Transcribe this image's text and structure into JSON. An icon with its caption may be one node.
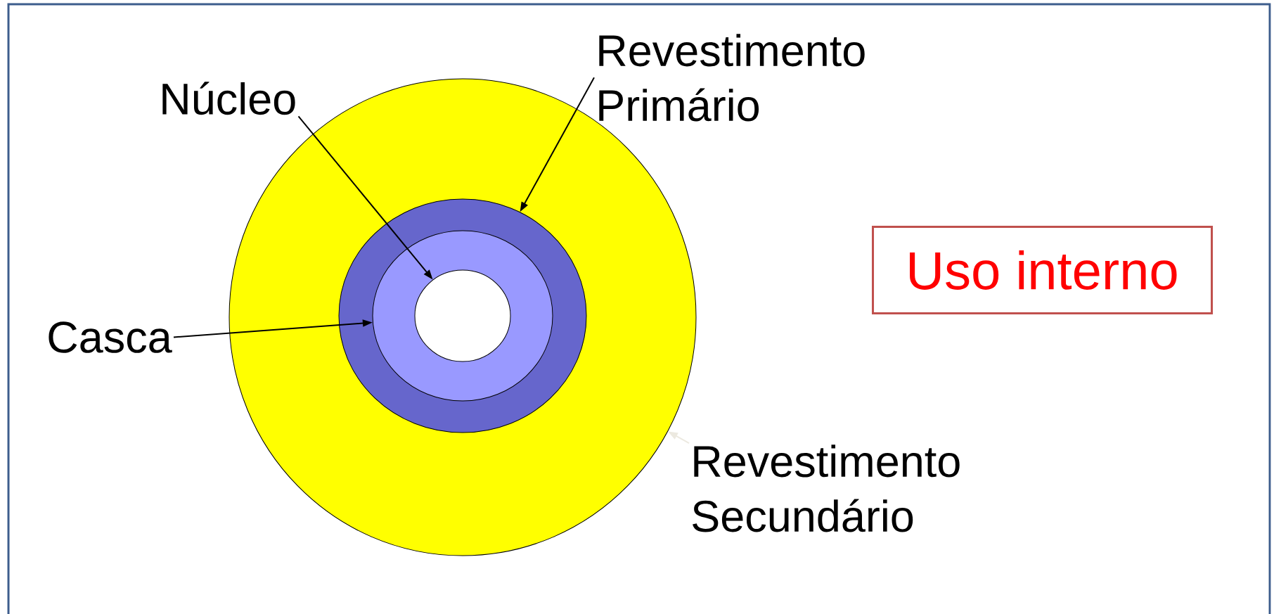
{
  "diagram": {
    "nodes": [
      {
        "text": [
          "Revestimento Primário"
        ]
      },
      {
        "text": [
          "Núcleo"
        ]
      },
      {
        "text": [],
        "shape": "circle"
      },
      {
        "text": [],
        "shape": "circle",
        "in": 2
      },
      {
        "text": [],
        "shape": "circle",
        "in": 3
      },
      {
        "text": [],
        "shape": "circle",
        "in": 4
      },
      {
        "text": [
          "Uso interno"
        ]
      },
      {
        "text": [
          "Casca"
        ]
      },
      {
        "text": [
          "Revestimento Secundário"
        ]
      }
    ],
    "edges": [
      {
        "from": 1,
        "to": 5,
        "arrow": "to"
      },
      {
        "from": 0,
        "to": 3,
        "arrow": "to"
      },
      {
        "from": 7,
        "to": 4,
        "arrow": "to"
      },
      {
        "from": 8,
        "to": 2,
        "arrow": "to",
        "color": "#ece9e0"
      }
    ]
  }
}
